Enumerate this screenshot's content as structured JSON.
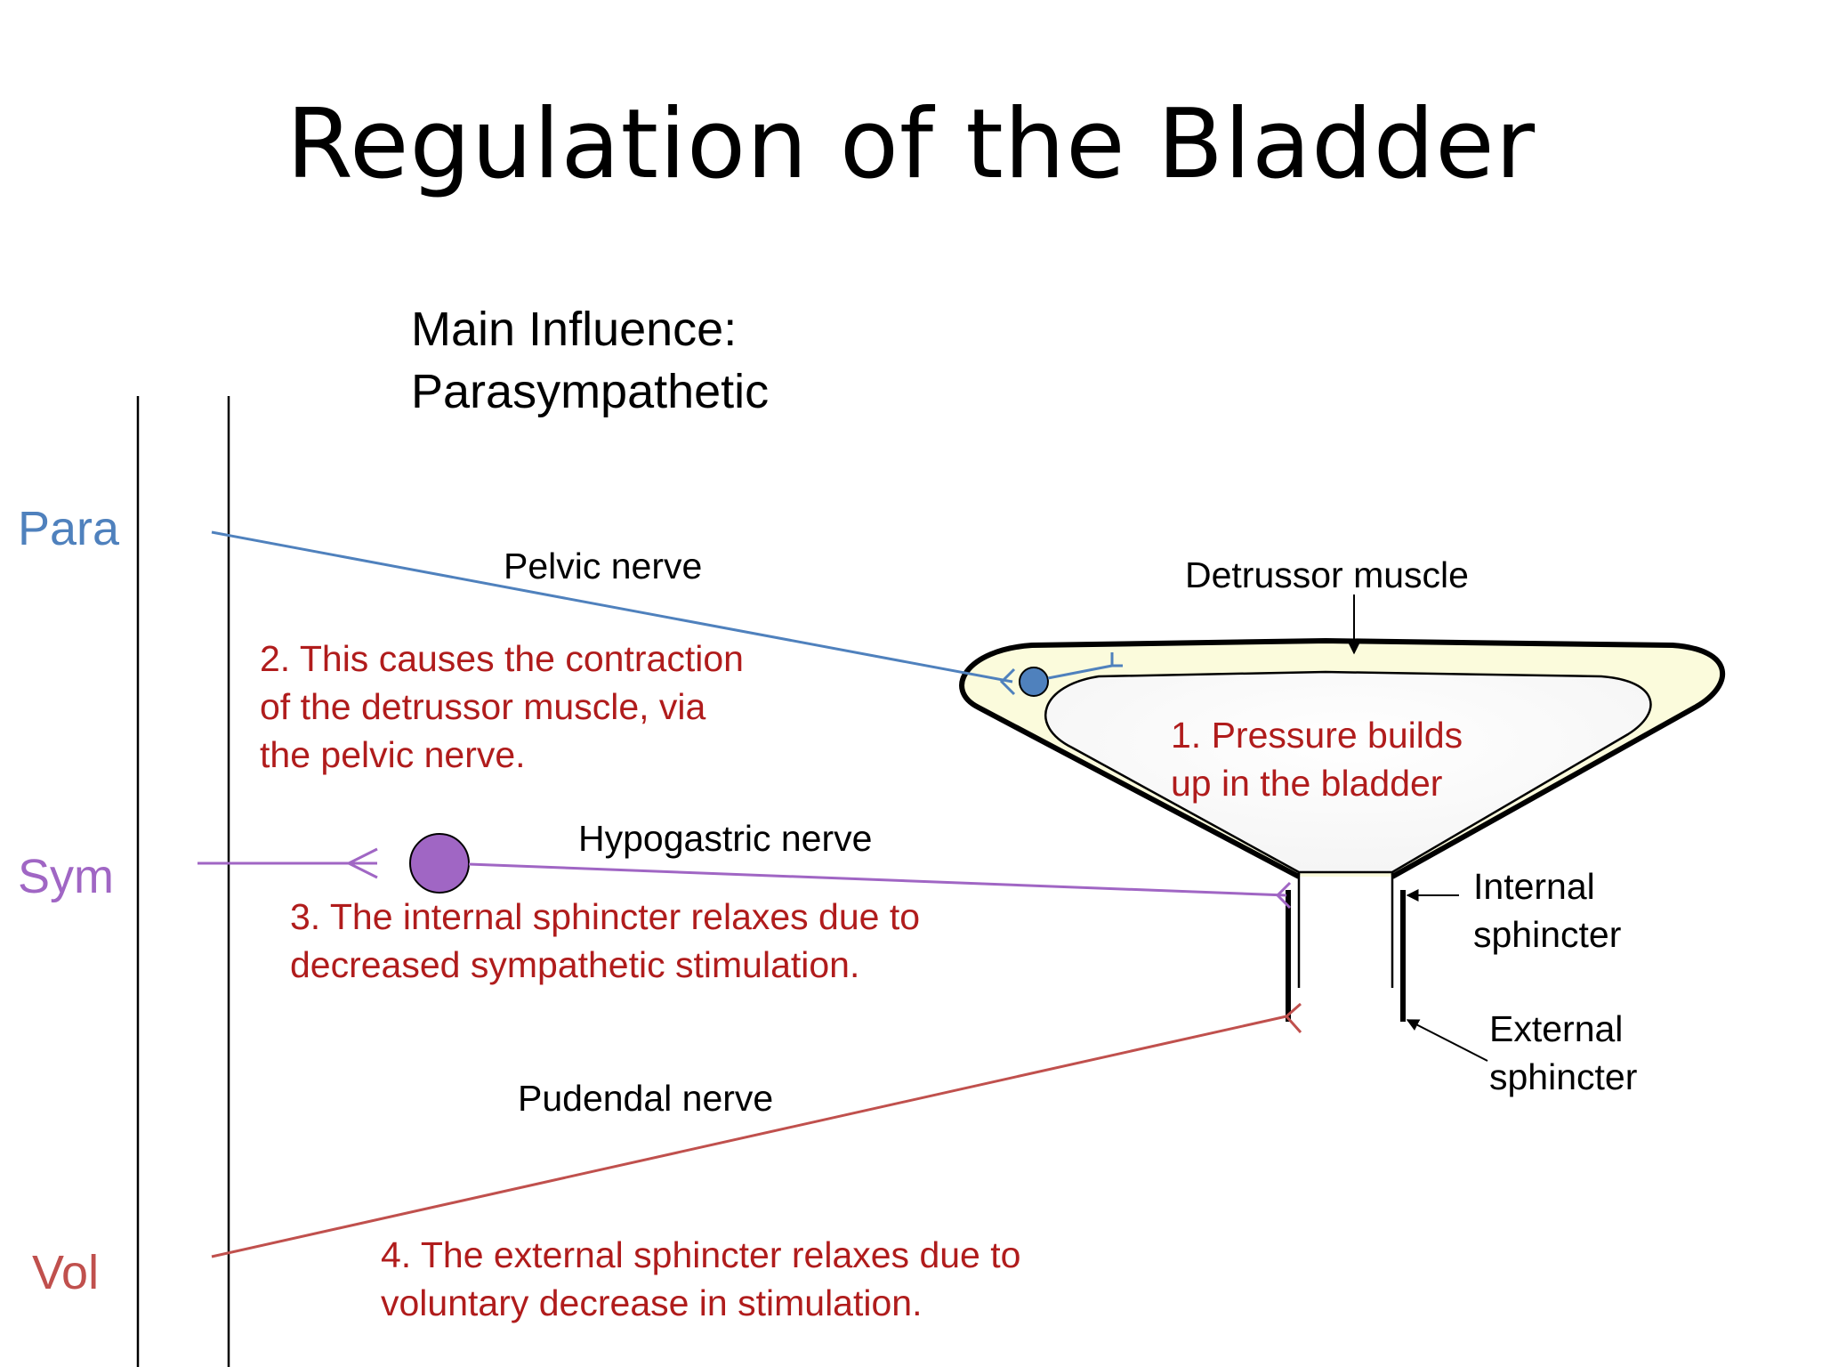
{
  "title": "Regulation of the Bladder",
  "influence": {
    "line1": "Main Influence:",
    "line2": "Parasympathetic"
  },
  "rails": {
    "para": "Para",
    "sym": "Sym",
    "vol": "Vol"
  },
  "nerves": {
    "pelvic": "Pelvic nerve",
    "hypogastric": "Hypogastric nerve",
    "pudendal": "Pudendal nerve"
  },
  "structures": {
    "detrusor": "Detrussor muscle",
    "internal_1": "Internal",
    "internal_2": "sphincter",
    "external_1": "External",
    "external_2": "sphincter"
  },
  "steps": {
    "s1_1": "1. Pressure builds",
    "s1_2": "up in the bladder",
    "s2_1": "2. This causes the contraction",
    "s2_2": "of the detrussor muscle, via",
    "s2_3": "the pelvic nerve.",
    "s3_1": "3. The internal sphincter relaxes due to",
    "s3_2": "decreased sympathetic stimulation.",
    "s4_1": "4. The external sphincter relaxes due to",
    "s4_2": "voluntary decrease in stimulation."
  },
  "colors": {
    "para": "#4f81bd",
    "sym": "#a066c4",
    "vol": "#c0504d",
    "step_text": "#b01c1c",
    "bladder_fill": "#fbfbdc"
  }
}
